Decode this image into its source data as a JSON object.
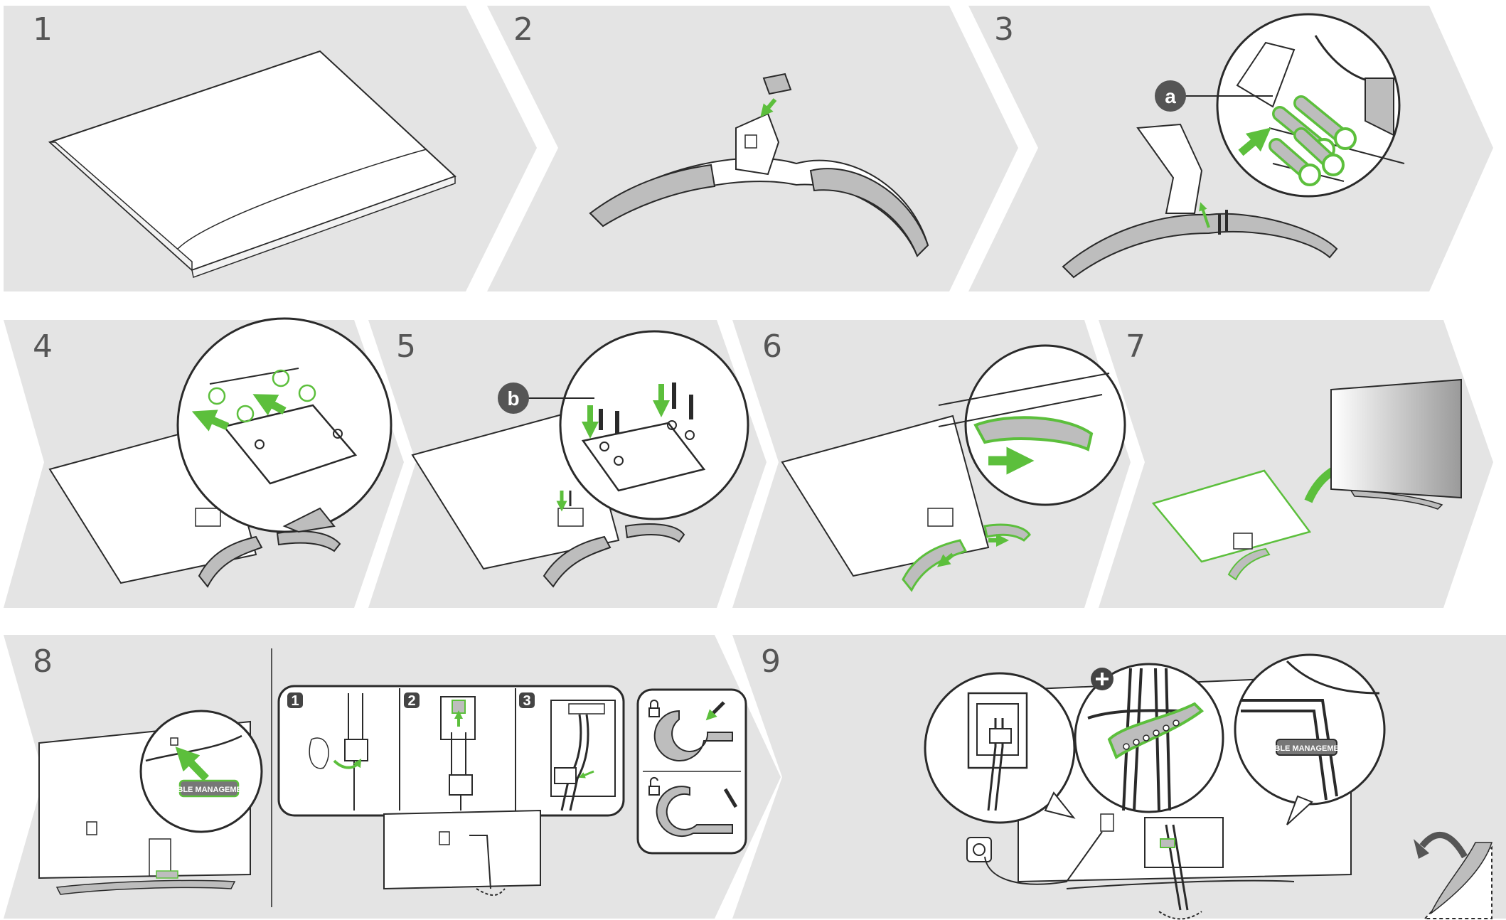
{
  "document": {
    "steps": [
      {
        "number": "1"
      },
      {
        "number": "2"
      },
      {
        "number": "3",
        "callout": "a"
      },
      {
        "number": "4"
      },
      {
        "number": "5",
        "callout": "b"
      },
      {
        "number": "6"
      },
      {
        "number": "7"
      },
      {
        "number": "8",
        "sub_steps": [
          "1",
          "2",
          "3"
        ],
        "cover_label": "CABLE MANAGEMENT"
      },
      {
        "number": "9",
        "cover_label": "CABLE MANAGEMENT"
      }
    ]
  },
  "colors": {
    "panel": "#e4e4e4",
    "accent": "#5cbf3c",
    "line": "#2a2a2a",
    "part": "#bdbdbd"
  },
  "icons": [
    "lock-closed-icon",
    "lock-open-icon",
    "plus-icon",
    "page-turn-icon",
    "arrow-icon"
  ]
}
